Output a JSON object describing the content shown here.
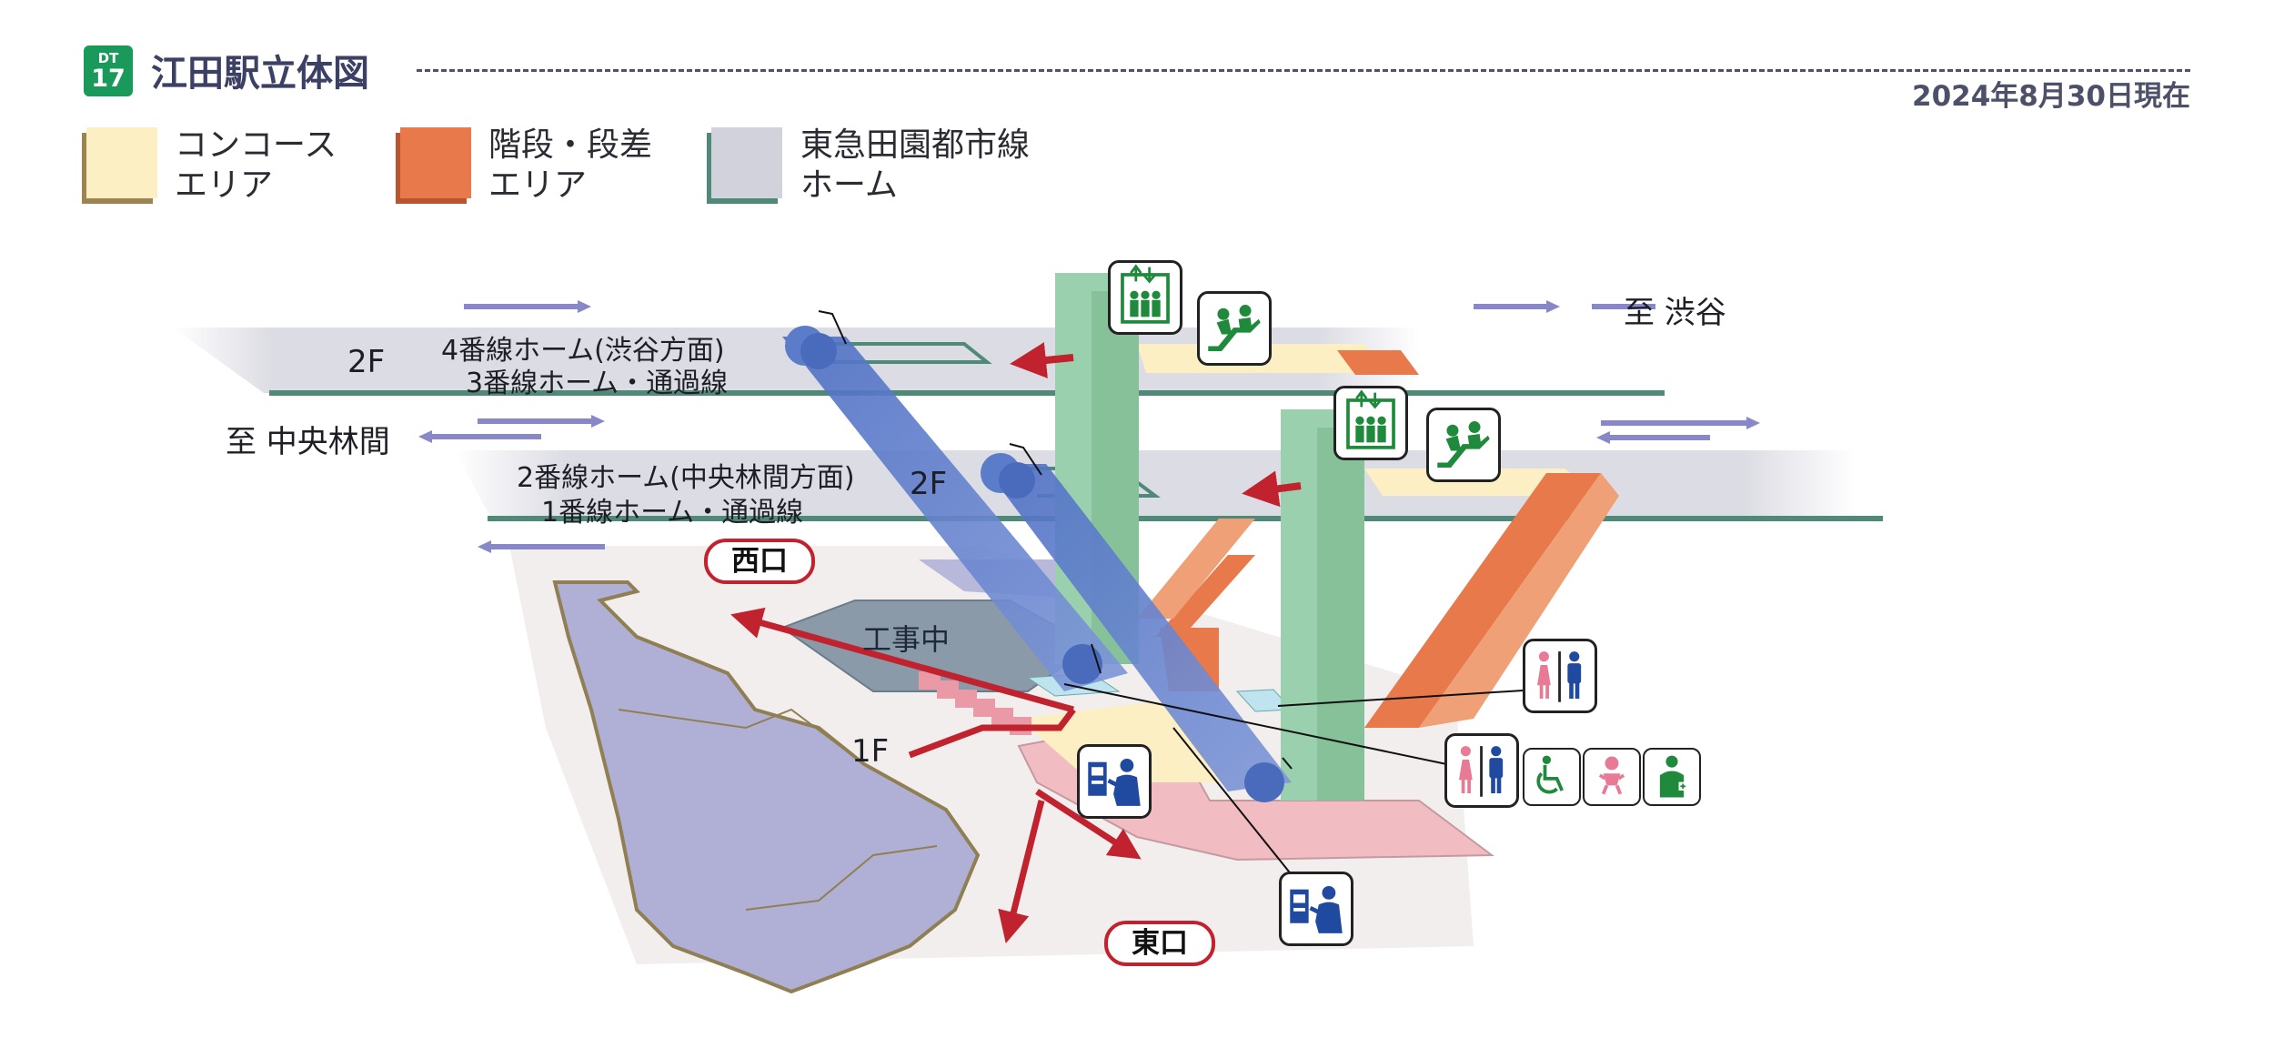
{
  "header": {
    "badge_line": "DT",
    "badge_number": "17",
    "title": "江田駅立体図",
    "date": "2024年8月30日現在"
  },
  "legend": [
    {
      "line1": "コンコース",
      "line2": "エリア",
      "color": "#fcefc4",
      "edge": "#9b8450"
    },
    {
      "line1": "階段・段差",
      "line2": "エリア",
      "color": "#e8794a",
      "edge": "#b5562e"
    },
    {
      "line1": "東急田園都市線",
      "line2": "ホーム",
      "color": "#d2d2dc",
      "edge": "#4f8a78"
    }
  ],
  "map": {
    "upper_platform": {
      "floor": "2F",
      "line1": "4番線ホーム(渋谷方面)",
      "line2": "3番線ホーム・通過線"
    },
    "lower_platform": {
      "floor": "2F",
      "line1": "2番線ホーム(中央林間方面)",
      "line2": "1番線ホーム・通過線"
    },
    "to_shibuya": "至 渋谷",
    "to_chuorinkan": "至 中央林間",
    "ground_floor": "1F",
    "west_exit": "西口",
    "east_exit": "東口",
    "construction": "工事中"
  },
  "icons": [
    "elevator-icon",
    "escalator-icon",
    "restroom-icon",
    "accessible-icon",
    "baby-icon",
    "ostomate-icon",
    "ticket-machine-icon"
  ],
  "colors": {
    "green": "#1f8a3c",
    "red": "#c0232e",
    "blue": "#1f4aa0",
    "pink": "#e87a95",
    "platform": "#d2d2dc",
    "concourse": "#fcefc4",
    "stairs": "#e8794a"
  }
}
